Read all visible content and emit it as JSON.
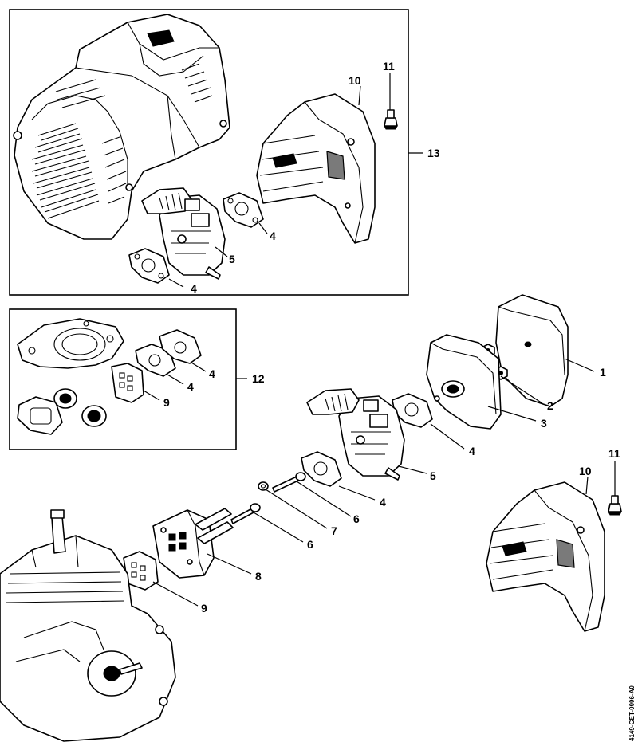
{
  "callouts": {
    "c1": "1",
    "c2": "2",
    "c3": "3",
    "c4a": "4",
    "c4b": "4",
    "c4c": "4",
    "c4d": "4",
    "c4e": "4",
    "c4f": "4",
    "c5a": "5",
    "c5b": "5",
    "c6a": "6",
    "c6b": "6",
    "c7": "7",
    "c8": "8",
    "c9a": "9",
    "c9b": "9",
    "c10a": "10",
    "c10b": "10",
    "c11a": "11",
    "c11b": "11",
    "c12": "12",
    "c13": "13"
  },
  "doc_id": "4149-GET-0006-A0"
}
